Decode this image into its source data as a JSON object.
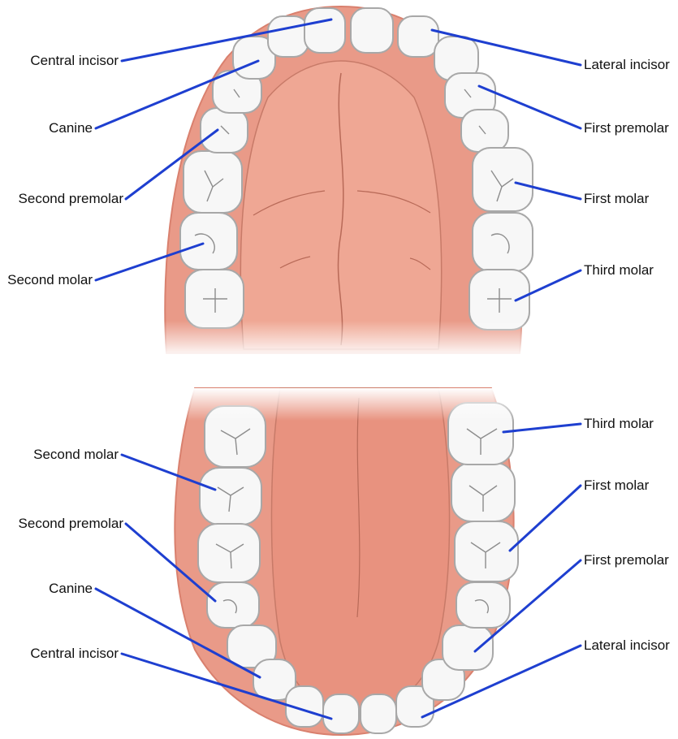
{
  "colors": {
    "gum": "#e99a88",
    "gum_edge": "#d9806e",
    "palate": "#efa794",
    "tongue": "#e8927f",
    "tooth": "#f7f7f7",
    "tooth_edge": "#a8a8a8",
    "leader": "#1e3fd0"
  },
  "upper_labels": {
    "central_incisor": "Central incisor",
    "canine": "Canine",
    "second_premolar": "Second premolar",
    "second_molar": "Second molar",
    "lateral_incisor": "Lateral incisor",
    "first_premolar": "First premolar",
    "first_molar": "First molar",
    "third_molar": "Third molar"
  },
  "lower_labels": {
    "third_molar": "Third molar",
    "second_molar": "Second molar",
    "first_molar": "First molar",
    "second_premolar": "Second premolar",
    "first_premolar": "First premolar",
    "canine": "Canine",
    "central_incisor": "Central incisor",
    "lateral_incisor": "Lateral incisor"
  }
}
